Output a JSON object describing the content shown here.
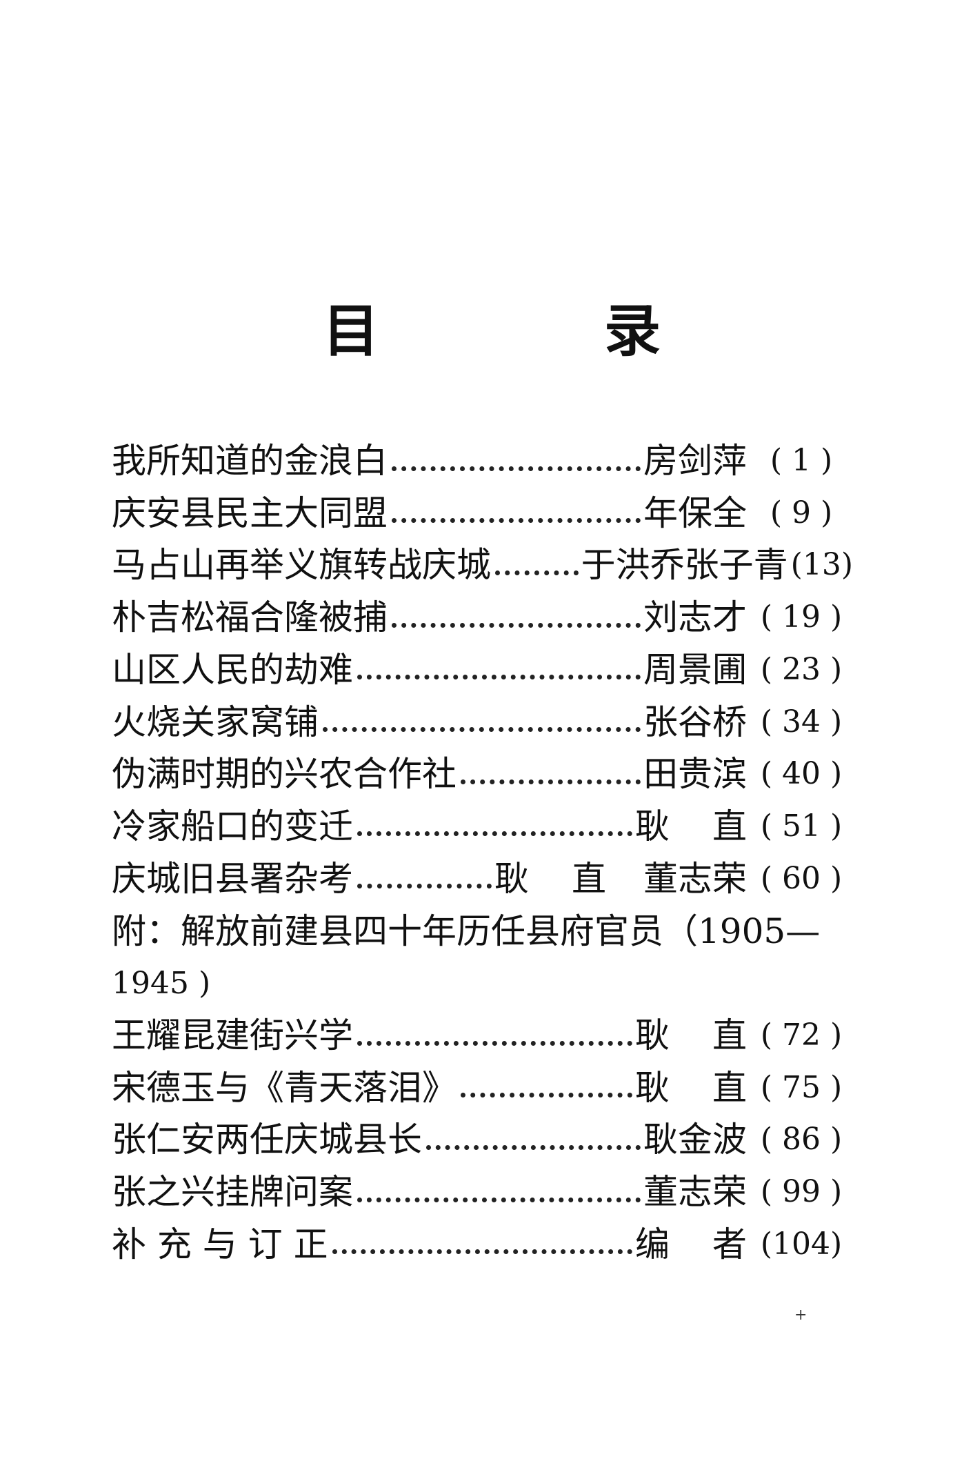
{
  "heading": {
    "char1": "目",
    "char2": "录"
  },
  "entries": [
    {
      "title": "我所知道的金浪白",
      "author": "房剑萍",
      "page": "( 1 )"
    },
    {
      "title": "庆安县民主大同盟",
      "author": "年保全",
      "page": "( 9 )"
    },
    {
      "title": "马占山再举义旗转战庆城",
      "author": "于洪乔张子青",
      "page": "(13)"
    },
    {
      "title": "朴吉松福合隆被捕",
      "author": "刘志才",
      "page": "( 19 )"
    },
    {
      "title": "山区人民的劫难",
      "author": "周景圃",
      "page": "( 23 )"
    },
    {
      "title": "火烧关家窝铺",
      "author": "张谷桥",
      "page": "( 34 )"
    },
    {
      "title": "伪满时期的兴农合作社",
      "author": "田贵滨",
      "page": "( 40 )"
    },
    {
      "title": "冷家船口的变迁",
      "author": "耿直",
      "page": "( 51 )"
    },
    {
      "title": "庆城旧县署杂考",
      "author": "耿直",
      "author2": "董志荣",
      "page": "( 60 )"
    }
  ],
  "appendix": {
    "line1": "附：解放前建县四十年历任县府官员（1905—",
    "line2": "1945 )"
  },
  "entries2": [
    {
      "title": "王耀昆建街兴学",
      "author": "耿直",
      "page": "( 72 )"
    },
    {
      "title": "宋德玉与《青天落泪》",
      "author": "耿直",
      "page": "( 75 )"
    },
    {
      "title": "张仁安两任庆城县长",
      "author": "耿金波",
      "page": "( 86 )"
    },
    {
      "title": "张之兴挂牌问案",
      "author": "董志荣",
      "page": "( 99 )"
    },
    {
      "title": "补 充 与 订 正",
      "author": "编者",
      "page": "(104)"
    }
  ],
  "footer_mark": "+"
}
